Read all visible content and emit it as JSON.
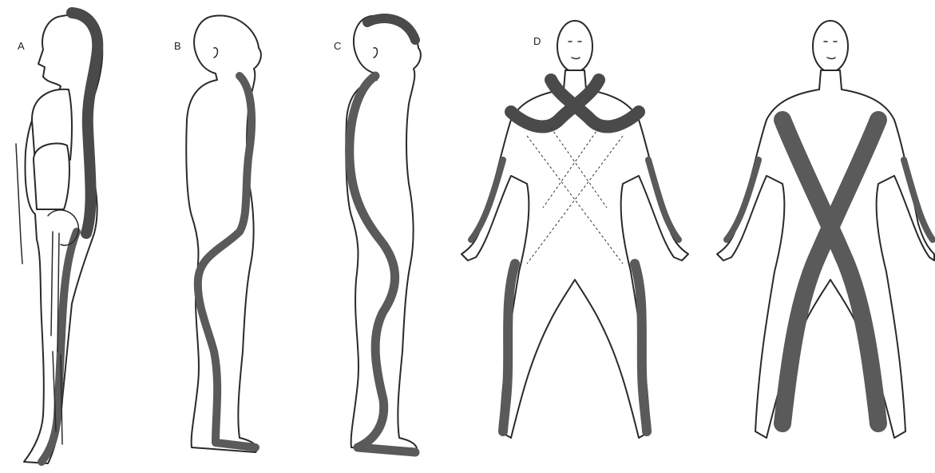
{
  "panels": {
    "a": {
      "label": "A"
    },
    "b": {
      "label": "B"
    },
    "c": {
      "label": "C"
    },
    "d": {
      "label": "D"
    }
  },
  "colors": {
    "band": "#5a5a5a",
    "band_dark": "#4a4a4a",
    "outline": "#2a2a2a",
    "background": "#ffffff"
  }
}
